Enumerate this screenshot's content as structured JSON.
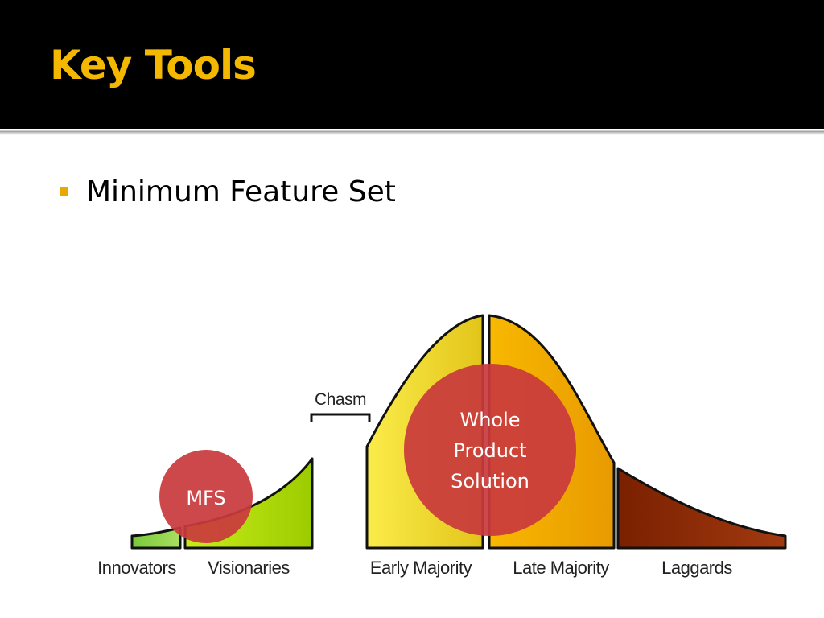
{
  "slide": {
    "title": "Key Tools",
    "bullets": [
      "Minimum Feature Set"
    ]
  },
  "diagram": {
    "segments": [
      "Innovators",
      "Visionaries",
      "Early Majority",
      "Late Majority",
      "Laggards"
    ],
    "chasm_label": "Chasm",
    "mfs_label": "MFS",
    "whole_product_lines": [
      "Whole",
      "Product",
      "Solution"
    ]
  },
  "colors": {
    "title": "#f5b800",
    "bullet": "#e8a800",
    "innovators": "#8fd34a",
    "visionaries": "#b6e20a",
    "early_majority": "#f7e23a",
    "late_majority": "#f4b400",
    "laggards": "#8a2a05",
    "circle": "#c9353a"
  }
}
